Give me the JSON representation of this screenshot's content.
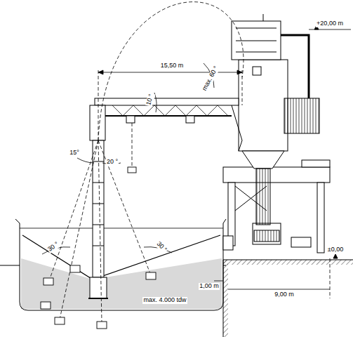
{
  "diagram": {
    "labels": [
      "+20,00 m",
      "15,50 m",
      "max. 60 °",
      "10 °",
      "15°",
      "20 °",
      "30 °",
      "30 °",
      "±0,00",
      "1,00 m",
      "9,00 m",
      "max. 4.000 tdw"
    ]
  }
}
